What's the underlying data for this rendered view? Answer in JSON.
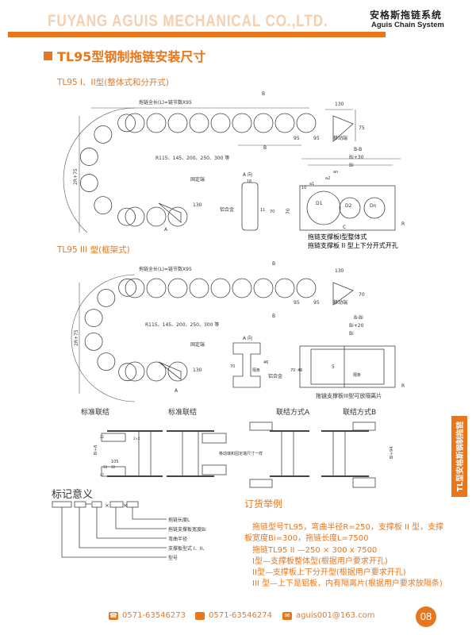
{
  "header": {
    "company": "FUYANG AGUIS MECHANICAL CO.,LTD.",
    "system_cn": "安格斯拖链系统",
    "system_en": "Aguis Chain System",
    "accent": "#e8761c"
  },
  "section_title": "TL95型钢制拖链安装尺寸",
  "drawing1": {
    "title": "TL95 I、II型(整体式和分开式)",
    "total_length": "拖链全长(L)=链节数X95",
    "b_mark": "B",
    "dim_130": "130",
    "dim_75": "75",
    "dim_95a": "95",
    "dim_95b": "95",
    "moving_end": "移动端",
    "height": "2R+75",
    "radius": "R115、145、200、250、300 等",
    "fixed_end": "固定端",
    "dim_130b": "130",
    "arrow_a": "A",
    "a_view": "A 向",
    "dim_16": "16",
    "dim_11": "11",
    "dim_70": "70",
    "alloy": "铝合金",
    "section": "B-B",
    "bi30": "Bi+30",
    "bi": "Bi",
    "an": "an",
    "a2": "a2",
    "a1": "a1",
    "dim_10": "10",
    "d1": "D1",
    "d2": "D2",
    "dn": "Dn",
    "c": "C",
    "r": "R",
    "dim_70b": "70",
    "note1": "拖链支撑板I型整体式",
    "note2": "拖链支撑板 II 型上下分开式开孔"
  },
  "drawing2": {
    "title": "TL95 III 型(框架式)",
    "total_length": "拖链全长(L)=链节数X95",
    "b_mark": "B",
    "dim_130": "130",
    "dim_70": "70",
    "dim_95a": "95",
    "dim_95b": "95",
    "moving_end": "移动端",
    "height": "2R+75",
    "radius": "R115、145、200、250、300 等",
    "fixed_end": "固定端",
    "dim_130b": "130",
    "arrow_a": "A",
    "a_view": "A 向",
    "dim_46": "46",
    "dim_70b": "70",
    "partition": "隔条",
    "alloy": "铝合金",
    "section": "B-Bi",
    "bi20": "Bi+20",
    "bi": "Bi",
    "dim_5": "5",
    "partition2": "隔条",
    "r": "R",
    "dim_46b": "46",
    "dim_70c": "70",
    "note": "拖链支撑板III型可放隔离片"
  },
  "connections": {
    "labels": [
      "标准联结",
      "标准联结",
      "联结方式A",
      "联结方式B"
    ],
    "note": "移动端和固定端尺寸一样",
    "dims": {
      "bi8": "Bi+8",
      "bi94": "Bi+94",
      "d105": "105",
      "d10": "10",
      "d30": "30",
      "d47": "47",
      "d22": "22",
      "d2_2": "2×2"
    }
  },
  "legend": {
    "title": "标记意义",
    "items": [
      "拖链长度L",
      "拖链支撑板宽度Bi",
      "弯曲半径",
      "支撑板型式 I、II、III",
      "型号"
    ]
  },
  "order": {
    "title": "订货举例",
    "lines": [
      "拖链型号TL95，弯曲半径R=250，支撑板 II 型，支撑",
      "板宽度Bi=300，拖链长度L=7500",
      "拖链TL95 II —250 × 300 x 7500",
      "I型—支撑板整体型(根据用户要求开孔)",
      "II型—支撑板上下分开型(根据用户要求开孔)",
      "III 型—上下是铝板，内有隔离片(根据用户要求放隔条)"
    ]
  },
  "footer": {
    "phone": "0571-63546273",
    "fax": "0571-63546274",
    "email": "aguis001@163.com",
    "page": "08"
  },
  "side_tab": "TL型安格斯钢制拖链"
}
